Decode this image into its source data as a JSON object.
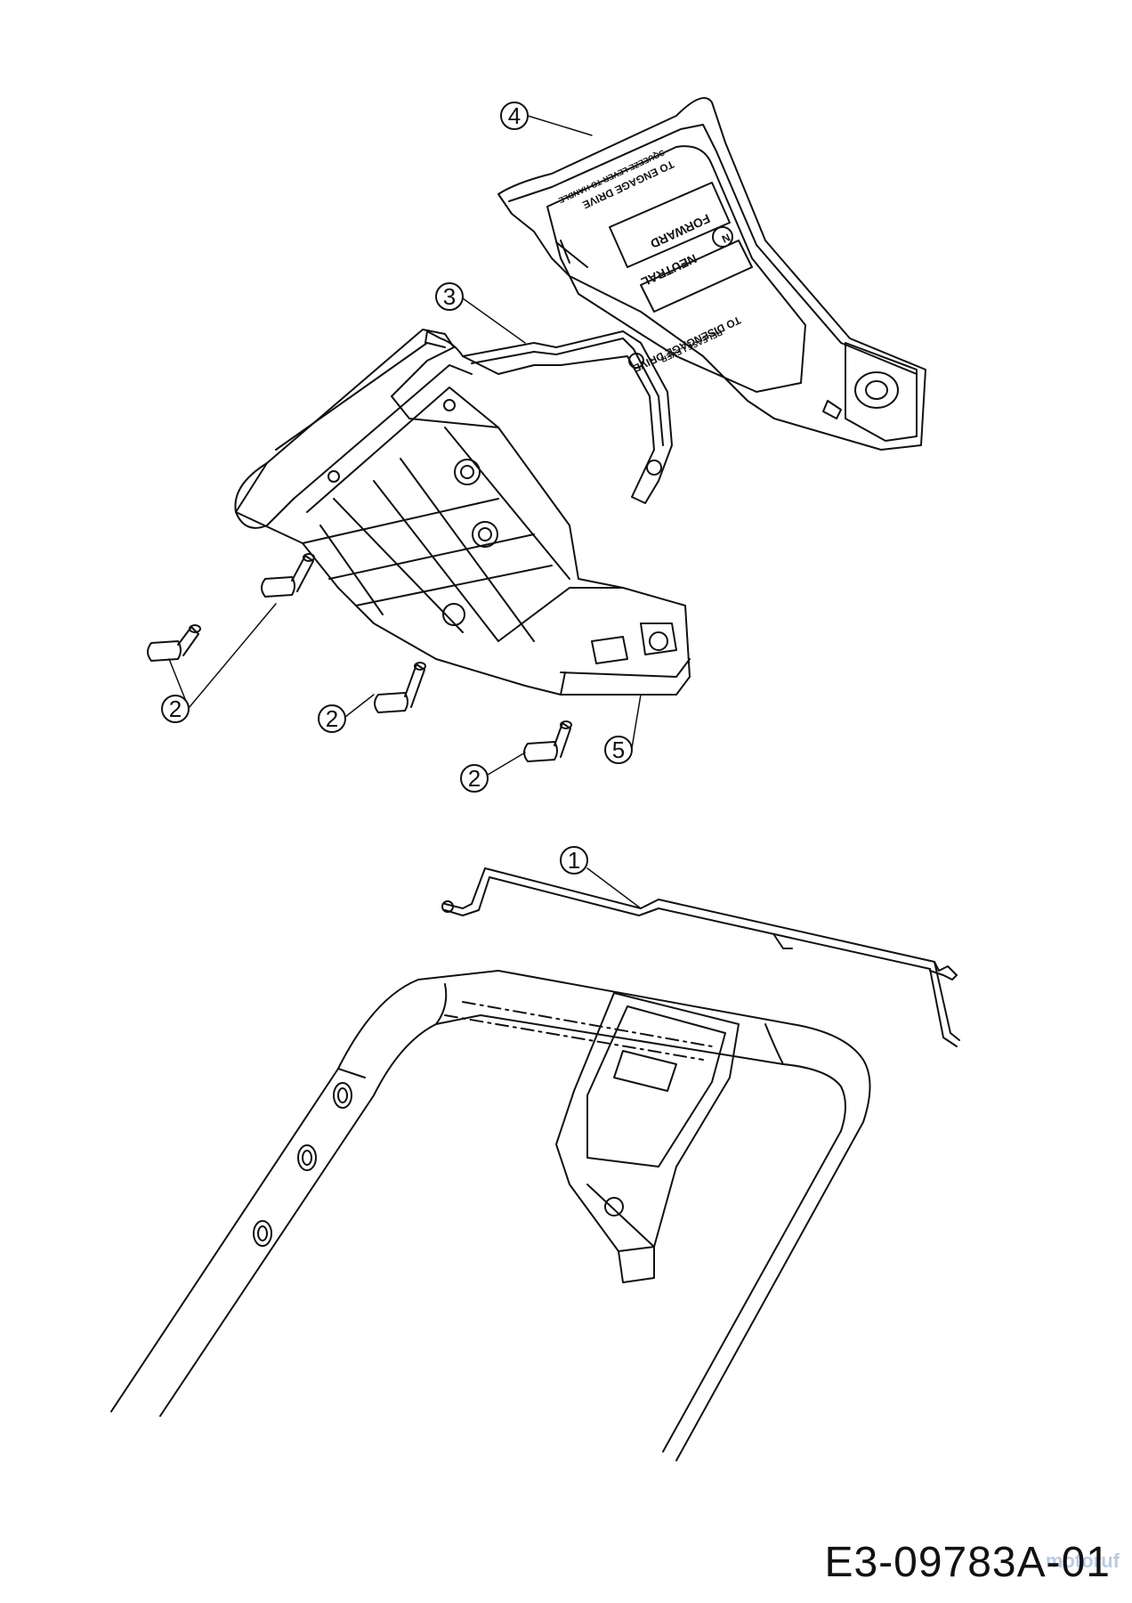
{
  "callouts": [
    {
      "number": "1"
    },
    {
      "number": "2"
    },
    {
      "number": "2"
    },
    {
      "number": "2"
    },
    {
      "number": "3"
    },
    {
      "number": "4"
    },
    {
      "number": "5"
    }
  ],
  "decal": {
    "line1": "TO ENGAGE DRIVE",
    "line2": "SQUEEZE LEVER TO HANDLE",
    "forward": "FORWARD",
    "neutral": "NEUTRAL",
    "line3": "TO DISENGAGE DRIVE",
    "line4": "RELEASE LEVER",
    "n_symbol": "N"
  },
  "drawing_number": "E3-09783A-01",
  "watermark": "motoruf"
}
